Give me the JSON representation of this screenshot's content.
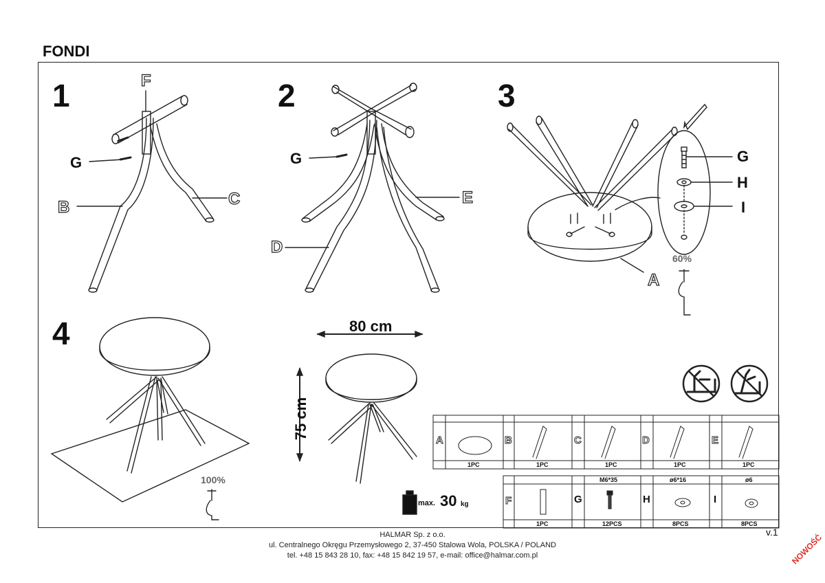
{
  "document": {
    "title": "FONDI",
    "version": "v.1",
    "stamp": "NOWOŚĆ"
  },
  "steps": [
    {
      "number": "1",
      "labels": [
        "F",
        "G",
        "B",
        "C"
      ]
    },
    {
      "number": "2",
      "labels": [
        "G",
        "D",
        "E"
      ]
    },
    {
      "number": "3",
      "labels": [
        "A",
        "G",
        "H",
        "I"
      ],
      "tool_strength": "60%"
    },
    {
      "number": "4",
      "tool_strength": "100%"
    }
  ],
  "dimensions": {
    "width": "80 cm",
    "height": "75 cm"
  },
  "max_load": {
    "prefix": "max.",
    "value": "30",
    "unit": "kg"
  },
  "parts": [
    {
      "letter": "A",
      "qty": "1PC"
    },
    {
      "letter": "B",
      "qty": "1PC"
    },
    {
      "letter": "C",
      "qty": "1PC"
    },
    {
      "letter": "D",
      "qty": "1PC"
    },
    {
      "letter": "E",
      "qty": "1PC"
    }
  ],
  "hardware": [
    {
      "letter": "F",
      "spec": "",
      "qty": "1PC"
    },
    {
      "letter": "G",
      "spec": "M6*35",
      "qty": "12PCS"
    },
    {
      "letter": "H",
      "spec": "ø6*16",
      "qty": "8PCS"
    },
    {
      "letter": "I",
      "spec": "ø6",
      "qty": "8PCS"
    }
  ],
  "footer": {
    "company": "HALMAR Sp. z o.o.",
    "address": "ul. Centralnego Okręgu Przemysłowego 2, 37-450 Stalowa Wola, POLSKA / POLAND",
    "contact": "tel. +48 15 843 28 10, fax: +48 15 842 19 57, e-mail: office@halmar.com.pl"
  }
}
